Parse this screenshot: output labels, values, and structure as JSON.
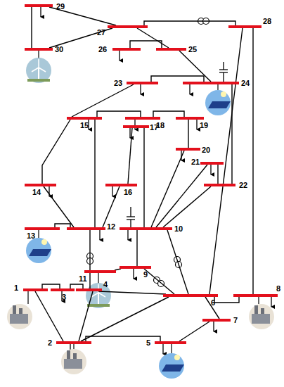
{
  "diagram": {
    "nodes": [
      {
        "text": [
          "1"
        ]
      },
      {
        "text": [
          "2"
        ]
      },
      {
        "text": [
          "3"
        ]
      },
      {
        "text": [
          "4"
        ]
      },
      {
        "text": [
          "5"
        ]
      },
      {
        "text": [
          "6"
        ]
      },
      {
        "text": [
          "7"
        ]
      },
      {
        "text": [
          "8"
        ]
      },
      {
        "text": [
          "9"
        ]
      },
      {
        "text": [
          "10"
        ]
      },
      {
        "text": [
          "11"
        ]
      },
      {
        "text": [
          "12"
        ]
      },
      {
        "text": [
          "13"
        ]
      },
      {
        "text": [
          "14"
        ]
      },
      {
        "text": [
          "15"
        ]
      },
      {
        "text": [
          "16"
        ]
      },
      {
        "text": [
          "17"
        ]
      },
      {
        "text": [
          "18"
        ]
      },
      {
        "text": [
          "19"
        ]
      },
      {
        "text": [
          "20"
        ]
      },
      {
        "text": [
          "21"
        ]
      },
      {
        "text": [
          "22"
        ]
      },
      {
        "text": [
          "23"
        ]
      },
      {
        "text": [
          "24"
        ]
      },
      {
        "text": [
          "25"
        ]
      },
      {
        "text": [
          "26"
        ]
      },
      {
        "text": [
          "27"
        ]
      },
      {
        "text": [
          "28"
        ]
      },
      {
        "text": [
          "29"
        ]
      },
      {
        "text": [
          "30"
        ]
      }
    ],
    "edges": [
      {
        "from": 0,
        "to": 1,
        "arrow": "none"
      },
      {
        "from": 0,
        "to": 2,
        "arrow": "none"
      },
      {
        "from": 1,
        "to": 3,
        "arrow": "none"
      },
      {
        "from": 2,
        "to": 3,
        "arrow": "none"
      },
      {
        "from": 1,
        "to": 4,
        "arrow": "none"
      },
      {
        "from": 1,
        "to": 5,
        "arrow": "none"
      },
      {
        "from": 3,
        "to": 5,
        "arrow": "none"
      },
      {
        "from": 4,
        "to": 6,
        "arrow": "none"
      },
      {
        "from": 5,
        "to": 6,
        "arrow": "none"
      },
      {
        "from": 5,
        "to": 7,
        "arrow": "none"
      },
      {
        "from": 5,
        "to": 8,
        "arrow": "none"
      },
      {
        "from": 5,
        "to": 9,
        "arrow": "none"
      },
      {
        "from": 8,
        "to": 10,
        "arrow": "none"
      },
      {
        "from": 8,
        "to": 9,
        "arrow": "none"
      },
      {
        "from": 3,
        "to": 11,
        "arrow": "none"
      },
      {
        "from": 11,
        "to": 12,
        "arrow": "none"
      },
      {
        "from": 11,
        "to": 13,
        "arrow": "none"
      },
      {
        "from": 11,
        "to": 14,
        "arrow": "none"
      },
      {
        "from": 11,
        "to": 15,
        "arrow": "none"
      },
      {
        "from": 13,
        "to": 14,
        "arrow": "none"
      },
      {
        "from": 15,
        "to": 16,
        "arrow": "none"
      },
      {
        "from": 14,
        "to": 17,
        "arrow": "none"
      },
      {
        "from": 17,
        "to": 18,
        "arrow": "none"
      },
      {
        "from": 18,
        "to": 19,
        "arrow": "none"
      },
      {
        "from": 9,
        "to": 19,
        "arrow": "none"
      },
      {
        "from": 9,
        "to": 16,
        "arrow": "none"
      },
      {
        "from": 9,
        "to": 20,
        "arrow": "none"
      },
      {
        "from": 9,
        "to": 21,
        "arrow": "none"
      },
      {
        "from": 20,
        "to": 21,
        "arrow": "none"
      },
      {
        "from": 14,
        "to": 22,
        "arrow": "none"
      },
      {
        "from": 21,
        "to": 23,
        "arrow": "none"
      },
      {
        "from": 22,
        "to": 23,
        "arrow": "none"
      },
      {
        "from": 23,
        "to": 24,
        "arrow": "none"
      },
      {
        "from": 24,
        "to": 25,
        "arrow": "none"
      },
      {
        "from": 24,
        "to": 26,
        "arrow": "none"
      },
      {
        "from": 27,
        "to": 26,
        "arrow": "none"
      },
      {
        "from": 26,
        "to": 28,
        "arrow": "none"
      },
      {
        "from": 26,
        "to": 29,
        "arrow": "none"
      },
      {
        "from": 28,
        "to": 29,
        "arrow": "none"
      },
      {
        "from": 7,
        "to": 27,
        "arrow": "none"
      },
      {
        "from": 5,
        "to": 27,
        "arrow": "none"
      }
    ]
  }
}
